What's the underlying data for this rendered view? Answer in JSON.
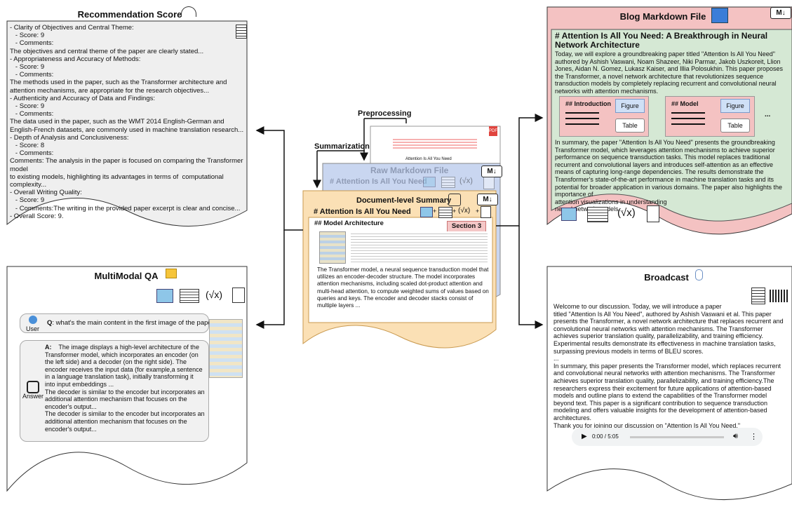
{
  "colors": {
    "gray_panel": "#efefef",
    "blog_panel": "#f4c2c2",
    "blog_inner": "#d5e8d4",
    "raw_markdown": "#c9d6f0",
    "summary_panel": "#fbe0b5",
    "section_tag": "#f4c7c7",
    "arrow": "#111111"
  },
  "labels": {
    "preprocessing": "Preprocessing",
    "summarization": "Summarization",
    "raw_markdown_file": "Raw Markdown File",
    "raw_heading": "# Attention Is All You Need",
    "doc_summary": "Document-level Summary",
    "doc_heading": "# Attention Is All You Need",
    "model_arch": "## Model Architecture",
    "section3": "Section 3",
    "md_badge": "M↓",
    "pdf_title": "Attention Is All You Need",
    "doc_summary_text": "The Transformer model, a neural sequence transduction model that utilizes an encoder-decoder structure. The model incorporates attention mechanisms, including scaled dot-product attention and multi-head attention, to compute weighted sums of values based on queries and keys. The encoder and decoder stacks consist of multiple layers ..."
  },
  "recommendation": {
    "title": "Recommendation Score",
    "text": "- Clarity of Objectives and Central Theme:\n   - Score: 9\n   - Comments:\nThe objectives and central theme of the paper are clearly stated...\n- Appropriateness and Accuracy of Methods:\n   - Score: 9\n   - Comments:\nThe methods used in the paper, such as the Transformer architecture and\nattention mechanisms, are appropriate for the research objectives...\n- Authenticity and Accuracy of Data and Findings:\n   - Score: 9\n   - Comments:\nThe data used in the paper, such as the WMT 2014 English-German and\nEnglish-French datasets, are commonly used in machine translation research...\n- Depth of Analysis and Conclusiveness:\n   - Score: 8\n   - Comments:\nComments: The analysis in the paper is focused on comparing the Transformer model\nto existing models, highlighting its advantages in terms of  computational complexity...\n- Overall Writing Quality:\n   - Score: 9\n   - Comments:The writing in the provided paper excerpt is clear and concise...\n- Overall Score: 9."
  },
  "qa": {
    "title": "MultiModal QA",
    "user_label": "User",
    "question_prefix": "Q",
    "question": ": what's the main content in the first image of the paper ?",
    "answer_label": "Answer",
    "answer_prefix": "A:",
    "answer": "    The image displays a high-level architecture of the Transformer model, which incorporates an encoder (on the left side) and a decoder (on the right side). The encoder receives the input data (for example,a sentence in a language translation task), initially transforming it into input embeddings ...\nThe decoder is similar to the encoder but incorporates an additional attention mechanism that focuses on the encoder's output...\nThe decoder is similar to the encoder but incorporates an additional attention mechanism that focuses on the encoder's output..."
  },
  "blog": {
    "title": "Blog Markdown File",
    "heading": "# Attention Is All You Need: A Breakthrough in Neural Network Architecture",
    "intro": "Today, we will explore a groundbreaking paper titled \"Attention Is All You Need\" authored by Ashish Vaswani, Noam Shazeer, Niki Parmar, Jakob Uszkoreit, Llion Jones, Aidan N. Gomez, Lukasz Kaiser, and Illia Polosukhin. This paper proposes the Transformer, a novel network architecture that revolutionizes sequence transduction models by completely replacing recurrent and convolutional neural networks with attention mechanisms.",
    "section1": "## Introduction",
    "section2": "## Model",
    "figure": "Figure",
    "table": "Table",
    "ellipsis": "...",
    "summary": "In summary, the paper \"Attention Is All You Need\" presents the groundbreaking Transformer model, which leverages attention mechanisms to achieve superior performance on sequence transduction tasks. This model replaces traditional recurrent and convolutional layers and introduces self-attention as an effective means of capturing long-range dependencies. The results demonstrate the Transformer's state-of-the-art performance in machine translation tasks and its potential for broader application in various domains. The paper also highlights the importance of\nattention visualizations in understanding\nneural network models..."
  },
  "broadcast": {
    "title": "Broadcast",
    "text": "Welcome to our discussion. Today, we will introduce a paper\ntitled \"Attention Is All You Need\", authored by Ashish Vaswani et al. This paper presents the Transformer, a novel network architecture that replaces recurrent and convolutional neural networks with attention mechanisms. The Transformer achieves superior translation quality, parallelizability, and training efficiency. Experimental results demonstrate its effectiveness in machine translation tasks, surpassing previous models in terms of BLEU scores.\n...\nIn summary, this paper presents the Transformer model, which replaces recurrent and convolutional neural networks with attention mechanisms. The Transformer achieves superior translation quality, parallelizability, and training efficiency.The researchers express their excitement for future applications of attention-based models and outline plans to extend the capabilities of the Transformer model beyond text. This paper is a significant contribution to sequence transduction modeling and offers valuable insights for the development of attention-based architectures.\nThank you for joining our discussion on \"Attention Is All You Need.\"",
    "audio_time": "0:00 / 5:05"
  },
  "icons": [
    "speedometer-icon",
    "notepad-icon",
    "image-icon",
    "table-icon",
    "formula-icon",
    "user-icon",
    "openai-icon",
    "markdown-icon",
    "pdf-icon",
    "microphone-icon",
    "waveform-icon",
    "play-icon",
    "volume-icon"
  ]
}
